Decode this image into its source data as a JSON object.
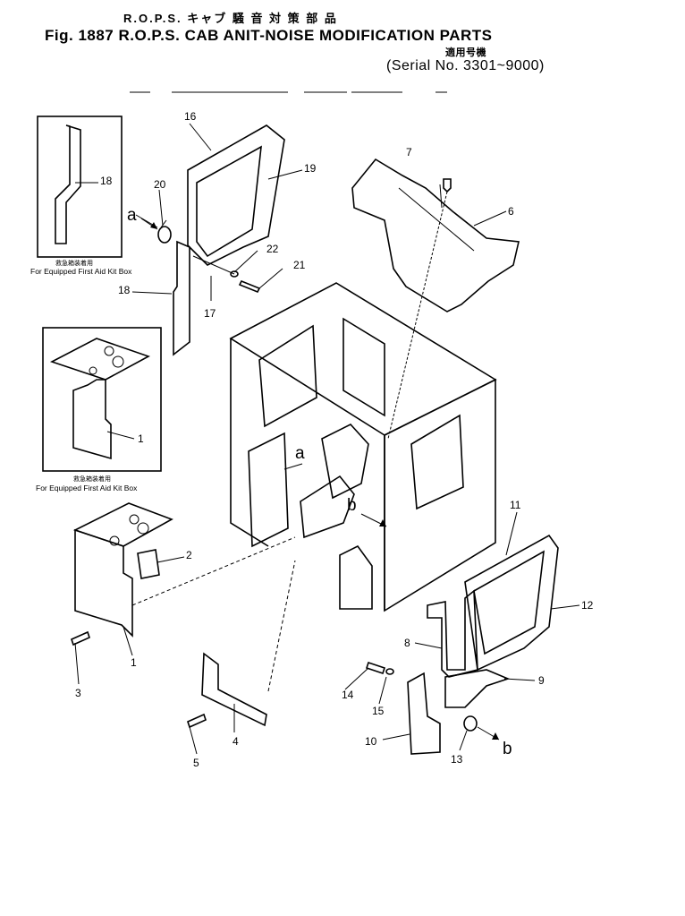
{
  "header": {
    "title_jp": "R.O.P.S. キャブ 騒 音 対 策 部 品",
    "title_en": "Fig. 1887 R.O.P.S. CAB ANIT-NOISE MODIFICATION PARTS",
    "serial_jp": "適用号機",
    "serial": "(Serial No. 3301~9000)"
  },
  "callouts": {
    "c1a": "1",
    "c1b": "1",
    "c2": "2",
    "c3": "3",
    "c4": "4",
    "c5": "5",
    "c6": "6",
    "c7": "7",
    "c8": "8",
    "c9": "9",
    "c10": "10",
    "c11": "11",
    "c12": "12",
    "c13": "13",
    "c14": "14",
    "c15": "15",
    "c16": "16",
    "c17": "17",
    "c18a": "18",
    "c18b": "18",
    "c19": "19",
    "c20": "20",
    "c21": "21",
    "c22": "22"
  },
  "arrow_tags": {
    "a_left": "a",
    "a_cab": "a",
    "b_cab": "b",
    "b_right": "b"
  },
  "notes": {
    "upper_inset_jp": "救急箱装着用",
    "upper_inset_en": "For Equipped First Aid Kit Box",
    "lower_inset_jp": "救急箱装着用",
    "lower_inset_en": "For Equipped First Aid Kit Box"
  }
}
